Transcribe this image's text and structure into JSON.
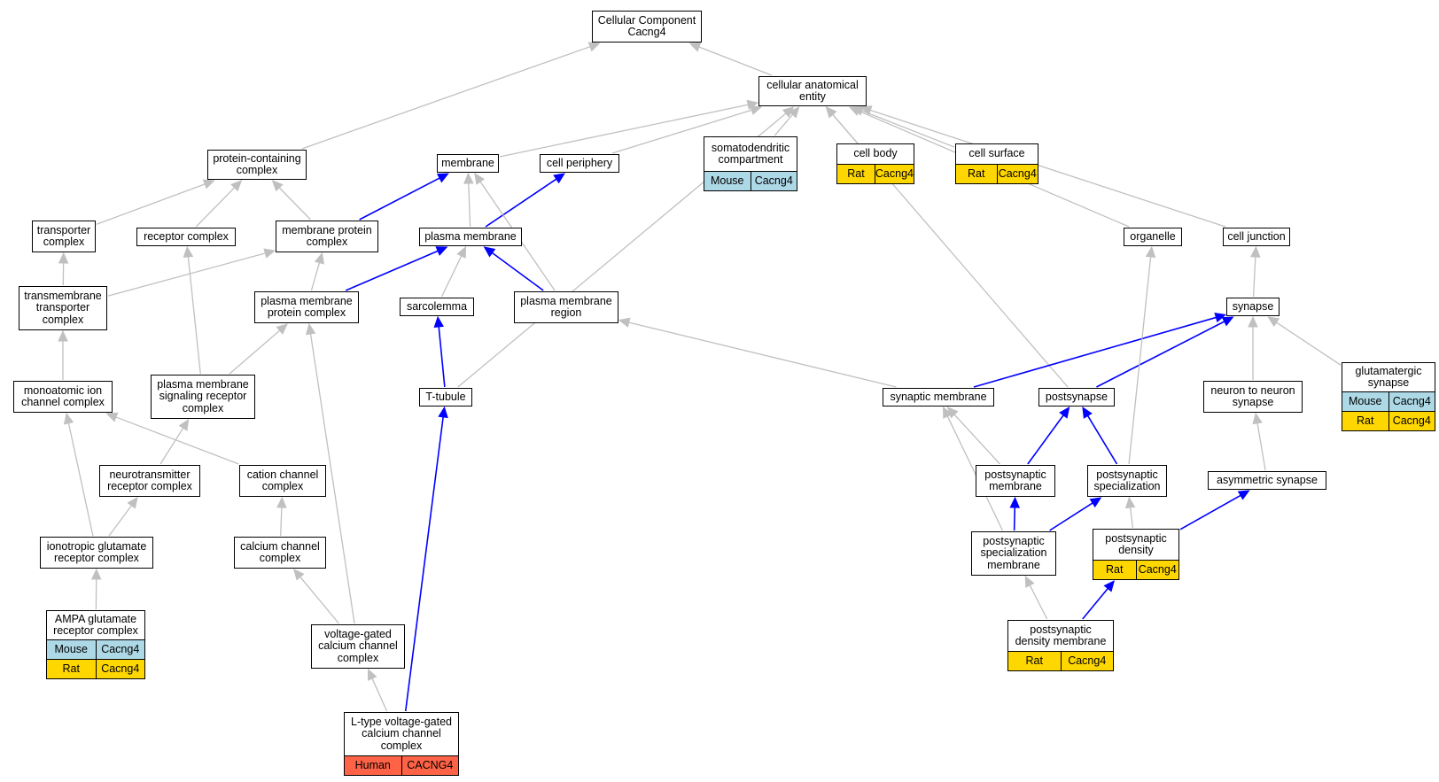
{
  "colors": {
    "edge_gray": "#c0c0c0",
    "edge_blue": "#0000ff",
    "Mouse": "#add8e6",
    "Rat": "#ffd700",
    "Human": "#ff6347"
  },
  "nodes": [
    {
      "id": "root",
      "label": "Cellular Component\nCacng4"
    },
    {
      "id": "cae",
      "label": "cellular anatomical\nentity"
    },
    {
      "id": "pcc",
      "label": "protein-containing\ncomplex"
    },
    {
      "id": "membrane",
      "label": "membrane"
    },
    {
      "id": "cellperiph",
      "label": "cell periphery"
    },
    {
      "id": "somato",
      "label": "somatodendritic\ncompartment",
      "rows": [
        [
          "Mouse",
          "Cacng4"
        ]
      ]
    },
    {
      "id": "cellbody",
      "label": "cell body",
      "rows": [
        [
          "Rat",
          "Cacng4"
        ]
      ]
    },
    {
      "id": "cellsurface",
      "label": "cell surface",
      "rows": [
        [
          "Rat",
          "Cacng4"
        ]
      ]
    },
    {
      "id": "transporter",
      "label": "transporter\ncomplex"
    },
    {
      "id": "receptor",
      "label": "receptor complex"
    },
    {
      "id": "mpc",
      "label": "membrane protein\ncomplex"
    },
    {
      "id": "pm",
      "label": "plasma membrane"
    },
    {
      "id": "organelle",
      "label": "organelle"
    },
    {
      "id": "celljunction",
      "label": "cell junction"
    },
    {
      "id": "tmtc",
      "label": "transmembrane\ntransporter\ncomplex"
    },
    {
      "id": "pmpc",
      "label": "plasma membrane\nprotein complex"
    },
    {
      "id": "sarcolemma",
      "label": "sarcolemma"
    },
    {
      "id": "pmr",
      "label": "plasma membrane\nregion"
    },
    {
      "id": "synapse",
      "label": "synapse"
    },
    {
      "id": "glutsyn",
      "label": "glutamatergic\nsynapse",
      "rows": [
        [
          "Mouse",
          "Cacng4"
        ],
        [
          "Rat",
          "Cacng4"
        ]
      ]
    },
    {
      "id": "moicc",
      "label": "monoatomic ion\nchannel complex"
    },
    {
      "id": "pmsrc",
      "label": "plasma membrane\nsignaling receptor\ncomplex"
    },
    {
      "id": "ttubule",
      "label": "T-tubule"
    },
    {
      "id": "synmem",
      "label": "synaptic membrane"
    },
    {
      "id": "postsyn",
      "label": "postsynapse"
    },
    {
      "id": "n2n",
      "label": "neuron to neuron\nsynapse"
    },
    {
      "id": "ntrc",
      "label": "neurotransmitter\nreceptor complex"
    },
    {
      "id": "cationcc",
      "label": "cation channel\ncomplex"
    },
    {
      "id": "psm",
      "label": "postsynaptic\nmembrane"
    },
    {
      "id": "pss",
      "label": "postsynaptic\nspecialization"
    },
    {
      "id": "asym",
      "label": "asymmetric synapse"
    },
    {
      "id": "igrc",
      "label": "ionotropic glutamate\nreceptor complex"
    },
    {
      "id": "calciumcc",
      "label": "calcium channel\ncomplex"
    },
    {
      "id": "pssm",
      "label": "postsynaptic\nspecialization\nmembrane"
    },
    {
      "id": "psd",
      "label": "postsynaptic\ndensity",
      "rows": [
        [
          "Rat",
          "Cacng4"
        ]
      ]
    },
    {
      "id": "ampa",
      "label": "AMPA glutamate\nreceptor complex",
      "rows": [
        [
          "Mouse",
          "Cacng4"
        ],
        [
          "Rat",
          "Cacng4"
        ]
      ]
    },
    {
      "id": "vgcc",
      "label": "voltage-gated\ncalcium channel\ncomplex"
    },
    {
      "id": "psdm",
      "label": "postsynaptic\ndensity membrane",
      "rows": [
        [
          "Rat",
          "Cacng4"
        ]
      ]
    },
    {
      "id": "ltype",
      "label": "L-type voltage-gated\ncalcium channel\ncomplex",
      "rows": [
        [
          "Human",
          "CACNG4"
        ]
      ]
    }
  ],
  "edges": [
    {
      "from": "cae",
      "to": "root",
      "color": "gray"
    },
    {
      "from": "pcc",
      "to": "root",
      "color": "gray"
    },
    {
      "from": "membrane",
      "to": "cae",
      "color": "gray"
    },
    {
      "from": "cellperiph",
      "to": "cae",
      "color": "gray"
    },
    {
      "from": "somato",
      "to": "cae",
      "color": "gray"
    },
    {
      "from": "cellbody",
      "to": "cae",
      "color": "gray"
    },
    {
      "from": "cellsurface",
      "to": "cae",
      "color": "gray"
    },
    {
      "from": "ttubule",
      "to": "cae",
      "color": "gray"
    },
    {
      "from": "organelle",
      "to": "cae",
      "color": "gray"
    },
    {
      "from": "celljunction",
      "to": "cae",
      "color": "gray"
    },
    {
      "from": "postsyn",
      "to": "cae",
      "color": "gray"
    },
    {
      "from": "transporter",
      "to": "pcc",
      "color": "gray"
    },
    {
      "from": "receptor",
      "to": "pcc",
      "color": "gray"
    },
    {
      "from": "mpc",
      "to": "pcc",
      "color": "gray"
    },
    {
      "from": "mpc",
      "to": "membrane",
      "color": "blue"
    },
    {
      "from": "pm",
      "to": "membrane",
      "color": "gray"
    },
    {
      "from": "pm",
      "to": "cellperiph",
      "color": "blue"
    },
    {
      "from": "pmr",
      "to": "membrane",
      "color": "gray"
    },
    {
      "from": "tmtc",
      "to": "transporter",
      "color": "gray"
    },
    {
      "from": "tmtc",
      "to": "mpc",
      "color": "gray"
    },
    {
      "from": "pmpc",
      "to": "mpc",
      "color": "gray"
    },
    {
      "from": "pmpc",
      "to": "pm",
      "color": "blue"
    },
    {
      "from": "sarcolemma",
      "to": "pm",
      "color": "gray"
    },
    {
      "from": "pmr",
      "to": "pm",
      "color": "blue"
    },
    {
      "from": "synapse",
      "to": "celljunction",
      "color": "gray"
    },
    {
      "from": "moicc",
      "to": "tmtc",
      "color": "gray"
    },
    {
      "from": "pmsrc",
      "to": "receptor",
      "color": "gray"
    },
    {
      "from": "pmsrc",
      "to": "pmpc",
      "color": "gray"
    },
    {
      "from": "ttubule",
      "to": "sarcolemma",
      "color": "blue"
    },
    {
      "from": "synmem",
      "to": "pmr",
      "color": "gray"
    },
    {
      "from": "synmem",
      "to": "synapse",
      "color": "blue"
    },
    {
      "from": "postsyn",
      "to": "synapse",
      "color": "blue"
    },
    {
      "from": "n2n",
      "to": "synapse",
      "color": "gray"
    },
    {
      "from": "glutsyn",
      "to": "synapse",
      "color": "gray"
    },
    {
      "from": "ntrc",
      "to": "pmsrc",
      "color": "gray"
    },
    {
      "from": "cationcc",
      "to": "moicc",
      "color": "gray"
    },
    {
      "from": "psm",
      "to": "synmem",
      "color": "gray"
    },
    {
      "from": "psm",
      "to": "postsyn",
      "color": "blue"
    },
    {
      "from": "pss",
      "to": "postsyn",
      "color": "blue"
    },
    {
      "from": "pss",
      "to": "organelle",
      "color": "gray"
    },
    {
      "from": "asym",
      "to": "n2n",
      "color": "gray"
    },
    {
      "from": "igrc",
      "to": "moicc",
      "color": "gray"
    },
    {
      "from": "igrc",
      "to": "ntrc",
      "color": "gray"
    },
    {
      "from": "calciumcc",
      "to": "cationcc",
      "color": "gray"
    },
    {
      "from": "pssm",
      "to": "psm",
      "color": "blue"
    },
    {
      "from": "pssm",
      "to": "pss",
      "color": "blue"
    },
    {
      "from": "pssm",
      "to": "synmem",
      "color": "gray"
    },
    {
      "from": "psd",
      "to": "pss",
      "color": "gray"
    },
    {
      "from": "psd",
      "to": "asym",
      "color": "blue"
    },
    {
      "from": "ampa",
      "to": "igrc",
      "color": "gray"
    },
    {
      "from": "vgcc",
      "to": "calciumcc",
      "color": "gray"
    },
    {
      "from": "vgcc",
      "to": "pmpc",
      "color": "gray"
    },
    {
      "from": "psdm",
      "to": "pssm",
      "color": "gray"
    },
    {
      "from": "psdm",
      "to": "psd",
      "color": "blue"
    },
    {
      "from": "ltype",
      "to": "vgcc",
      "color": "gray"
    },
    {
      "from": "ltype",
      "to": "ttubule",
      "color": "blue"
    }
  ]
}
